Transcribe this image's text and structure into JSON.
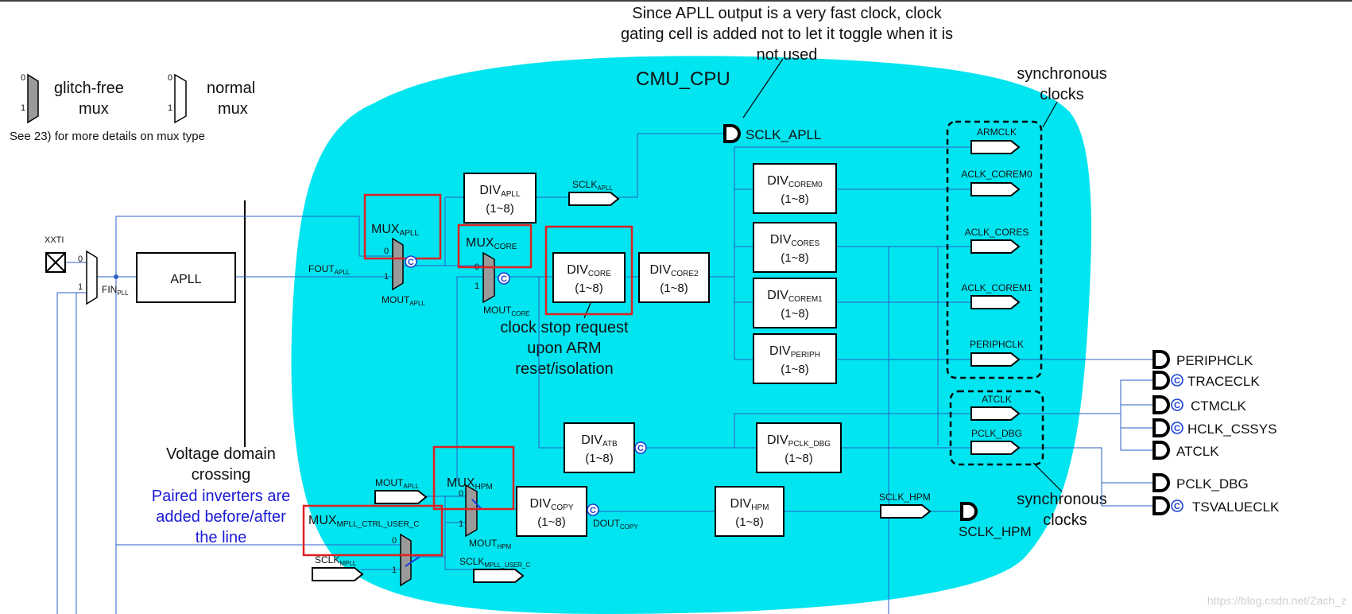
{
  "legend": {
    "glitch_free": "glitch-free",
    "glitch_free_2": "mux",
    "normal": "normal",
    "normal_2": "mux",
    "note": "See 23) for more details on mux type",
    "pin0": "0",
    "pin1": "1"
  },
  "annotations": {
    "apll_note_1": "Since APLL output is a very fast clock, clock",
    "apll_note_2": "gating cell is added not to let it toggle when it is",
    "apll_note_3": "not used",
    "cmu_cpu": "CMU_CPU",
    "sync_top_1": "synchronous",
    "sync_top_2": "clocks",
    "sync_bot_1": "synchronous",
    "sync_bot_2": "clocks",
    "clock_stop_1": "clock stop request",
    "clock_stop_2": "upon ARM",
    "clock_stop_3": "reset/isolation",
    "voltage_1": "Voltage domain",
    "voltage_2": "crossing",
    "paired_1": "Paired inverters are",
    "paired_2": "added before/after",
    "paired_3": "the line",
    "watermark": "https://blog.csdn.net/Zach_z"
  },
  "inputs": {
    "xxti": "XXTI",
    "pin0": "0",
    "pin1": "1",
    "fin": "FIN",
    "fin_sub": "PLL"
  },
  "apll": {
    "label": "APLL"
  },
  "muxes": {
    "mux_apll": {
      "main": "MUX",
      "sub": "APLL",
      "in0": "0",
      "in1": "1"
    },
    "mux_core": {
      "main": "MUX",
      "sub": "CORE",
      "in0": "0",
      "in1": "1"
    },
    "mux_hpm": {
      "main": "MUX",
      "sub": "HPM",
      "in0": "0",
      "in1": "1"
    },
    "mux_mpll_ctrl": {
      "main": "MUX",
      "sub": "MPLL_CTRL_USER_C",
      "in0": "0",
      "in1": "1"
    }
  },
  "signals": {
    "fout_apll": {
      "main": "FOUT",
      "sub": "APLL"
    },
    "mout_apll": {
      "main": "MOUT",
      "sub": "APLL"
    },
    "mout_core": {
      "main": "MOUT",
      "sub": "CORE"
    },
    "mout_hpm": {
      "main": "MOUT",
      "sub": "HPM"
    },
    "dout_copy": {
      "main": "DOUT",
      "sub": "COPY"
    },
    "sclk_apll_flag": {
      "main": "SCLK",
      "sub": "APLL"
    },
    "mout_apll_flag": {
      "main": "MOUT",
      "sub": "APLL"
    },
    "sclk_mpll_flag": {
      "main": "SCLK",
      "sub": "MPLL"
    },
    "sclk_mpll_user_c": {
      "main": "SCLK",
      "sub": "MPLL_USER_C"
    },
    "sclk_hpm_flag": "SCLK_HPM"
  },
  "dividers": {
    "div_apll": {
      "main": "DIV",
      "sub": "APLL",
      "ratio": "(1~8)"
    },
    "div_core": {
      "main": "DIV",
      "sub": "CORE",
      "ratio": "(1~8)"
    },
    "div_core2": {
      "main": "DIV",
      "sub": "CORE2",
      "ratio": "(1~8)"
    },
    "div_corem0": {
      "main": "DIV",
      "sub": "COREM0",
      "ratio": "(1~8)"
    },
    "div_cores": {
      "main": "DIV",
      "sub": "CORES",
      "ratio": "(1~8)"
    },
    "div_corem1": {
      "main": "DIV",
      "sub": "COREM1",
      "ratio": "(1~8)"
    },
    "div_periph": {
      "main": "DIV",
      "sub": "PERIPH",
      "ratio": "(1~8)"
    },
    "div_atb": {
      "main": "DIV",
      "sub": "ATB",
      "ratio": "(1~8)"
    },
    "div_pclk_dbg": {
      "main": "DIV",
      "sub": "PCLK_DBG",
      "ratio": "(1~8)"
    },
    "div_copy": {
      "main": "DIV",
      "sub": "COPY",
      "ratio": "(1~8)"
    },
    "div_hpm": {
      "main": "DIV",
      "sub": "HPM",
      "ratio": "(1~8)"
    }
  },
  "sync_clocks": {
    "armclk": "ARMCLK",
    "aclk_corem0": "ACLK_COREM0",
    "aclk_cores": "ACLK_CORES",
    "aclk_corem1": "ACLK_COREM1",
    "periphclk": "PERIPHCLK",
    "atclk": "ATCLK",
    "pclk_dbg": "PCLK_DBG"
  },
  "outputs": {
    "sclk_apll": "SCLK_APLL",
    "sclk_hpm": "SCLK_HPM",
    "periphclk": "PERIPHCLK",
    "traceclk": "TRACECLK",
    "ctmclk": "CTMCLK",
    "hclk_cssys": "HCLK_CSSYS",
    "atclk": "ATCLK",
    "pclk_dbg": "PCLK_DBG",
    "tsvalueclk": "TSVALUECLK"
  },
  "gating_symbol": "C",
  "colors": {
    "cyan_region": "#00e5f0",
    "wire": "#2b5fc4",
    "highlight": "#e02020",
    "paired_text": "#1a1ad6",
    "mux_fill": "#9a9a9a"
  }
}
